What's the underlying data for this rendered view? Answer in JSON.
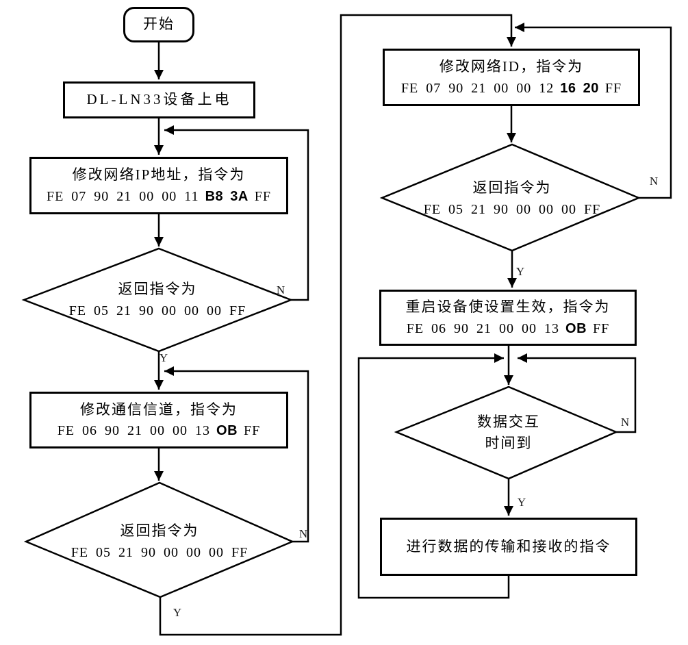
{
  "nodes": {
    "start": {
      "label": "开始"
    },
    "power_on": {
      "label": "DL-LN33设备上电"
    },
    "set_ip": {
      "title": "修改网络IP地址，指令为",
      "hex_prefix": "FE 07 90 21 00 00 11",
      "hex_bold": "B8 3A",
      "hex_suffix": "FF"
    },
    "check_ip": {
      "title": "返回指令为",
      "hex": "FE 05 21 90 00 00 00 FF",
      "no_label": "N",
      "yes_label": "Y"
    },
    "set_channel": {
      "title": "修改通信信道，指令为",
      "hex_prefix": "FE 06 90 21 00 00 13",
      "hex_bold": "OB",
      "hex_suffix": "FF"
    },
    "check_channel": {
      "title": "返回指令为",
      "hex": "FE 05 21 90 00 00 00 FF",
      "no_label": "N",
      "yes_label": "Y"
    },
    "set_network_id": {
      "title": "修改网络ID，指令为",
      "hex_prefix": "FE 07 90 21 00 00 12",
      "hex_bold": "16 20",
      "hex_suffix": "FF"
    },
    "check_network_id": {
      "title": "返回指令为",
      "hex": "FE 05 21 90 00 00 00 FF",
      "no_label": "N",
      "yes_label": "Y"
    },
    "restart": {
      "title": "重启设备使设置生效，指令为",
      "hex_prefix": "FE 06 90 21 00 00 13",
      "hex_bold": "OB",
      "hex_suffix": "FF"
    },
    "check_timer": {
      "title": "数据交互",
      "subtitle": "时间到",
      "no_label": "N",
      "yes_label": "Y"
    },
    "transfer": {
      "label": "进行数据的传输和接收的指令"
    }
  },
  "colors": {
    "stroke": "#000000",
    "background": "#ffffff"
  }
}
